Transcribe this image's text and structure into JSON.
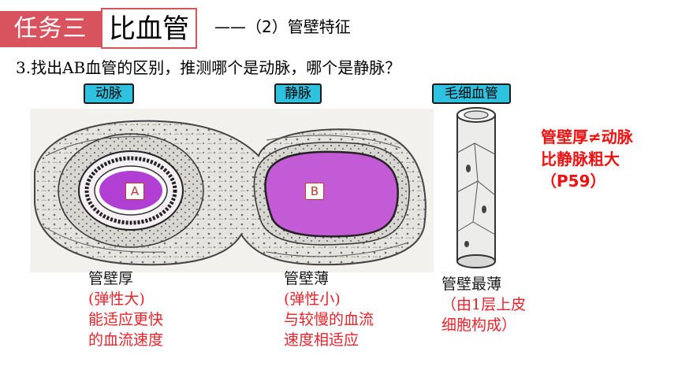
{
  "header": {
    "task_badge": "任务三",
    "lesson_title": "比血管",
    "subtitle": "——（2）管壁特征"
  },
  "question": "3.找出AB血管的区别，推测哪个是动脉，哪个是静脉？",
  "labels": {
    "artery": "动脉",
    "vein": "静脉",
    "capillary": "毛细血管"
  },
  "markers": {
    "a": "A",
    "b": "B"
  },
  "note": {
    "line1": "管壁厚≠动脉",
    "line2": "比静脉粗大",
    "line3": "（P59）"
  },
  "captions": {
    "artery": {
      "title": "管壁厚",
      "line1": "(弹性大)",
      "line2": "能适应更快",
      "line3": "的血流速度"
    },
    "vein": {
      "title": "管壁薄",
      "line1": "(弹性小)",
      "line2": "与较慢的血流",
      "line3": "速度相适应"
    },
    "capillary": {
      "title": "管壁最薄",
      "line1": "（由1层上皮",
      "line2": "细胞构成）"
    }
  },
  "colors": {
    "badge": "#d9535f",
    "label_bg": "#2ec1e0",
    "note_red": "#ee1111",
    "lumen_artery": "#b23fd3",
    "lumen_vein": "#c35ad6"
  }
}
